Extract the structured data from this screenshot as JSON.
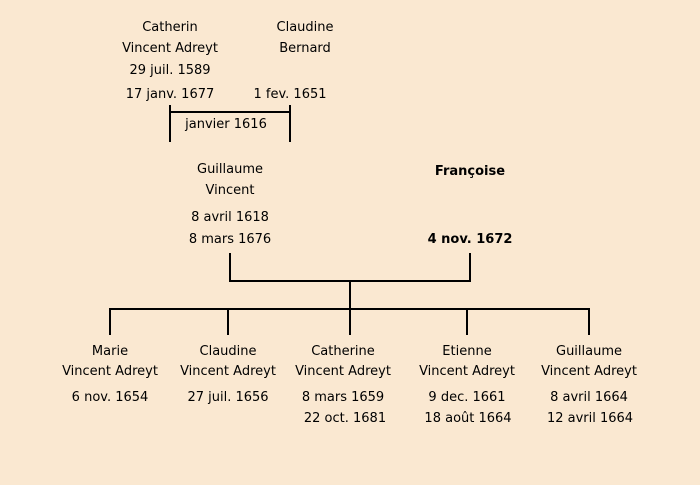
{
  "colors": {
    "background": "#fae8d1",
    "line": "#000000",
    "text": "#000000"
  },
  "tree": {
    "gen1": {
      "father": {
        "name1": "Catherin",
        "name2": "Vincent Adreyt",
        "birth": "29 juil. 1589",
        "death": "17 janv. 1677"
      },
      "mother": {
        "name1": "Claudine",
        "name2": "Bernard",
        "death": "1 fev. 1651"
      },
      "marriage_date": "janvier 1616"
    },
    "gen2": {
      "father": {
        "name1": "Guillaume",
        "name2": "Vincent",
        "birth": "8 avril 1618",
        "death": "8 mars 1676"
      },
      "mother": {
        "name1": "Françoise",
        "death": "4 nov. 1672"
      }
    },
    "children": [
      {
        "name1": "Marie",
        "name2": "Vincent Adreyt",
        "dates": [
          "6 nov. 1654"
        ]
      },
      {
        "name1": "Claudine",
        "name2": "Vincent Adreyt",
        "dates": [
          "27 juil. 1656"
        ]
      },
      {
        "name1": "Catherine",
        "name2": "Vincent Adreyt",
        "dates": [
          "8 mars 1659",
          "22 oct. 1681"
        ]
      },
      {
        "name1": "Etienne",
        "name2": "Vincent Adreyt",
        "dates": [
          "9 dec. 1661",
          "18 août 1664"
        ]
      },
      {
        "name1": "Guillaume",
        "name2": "Vincent Adreyt",
        "dates": [
          "8 avril 1664",
          "12 avril 1664"
        ]
      }
    ]
  }
}
